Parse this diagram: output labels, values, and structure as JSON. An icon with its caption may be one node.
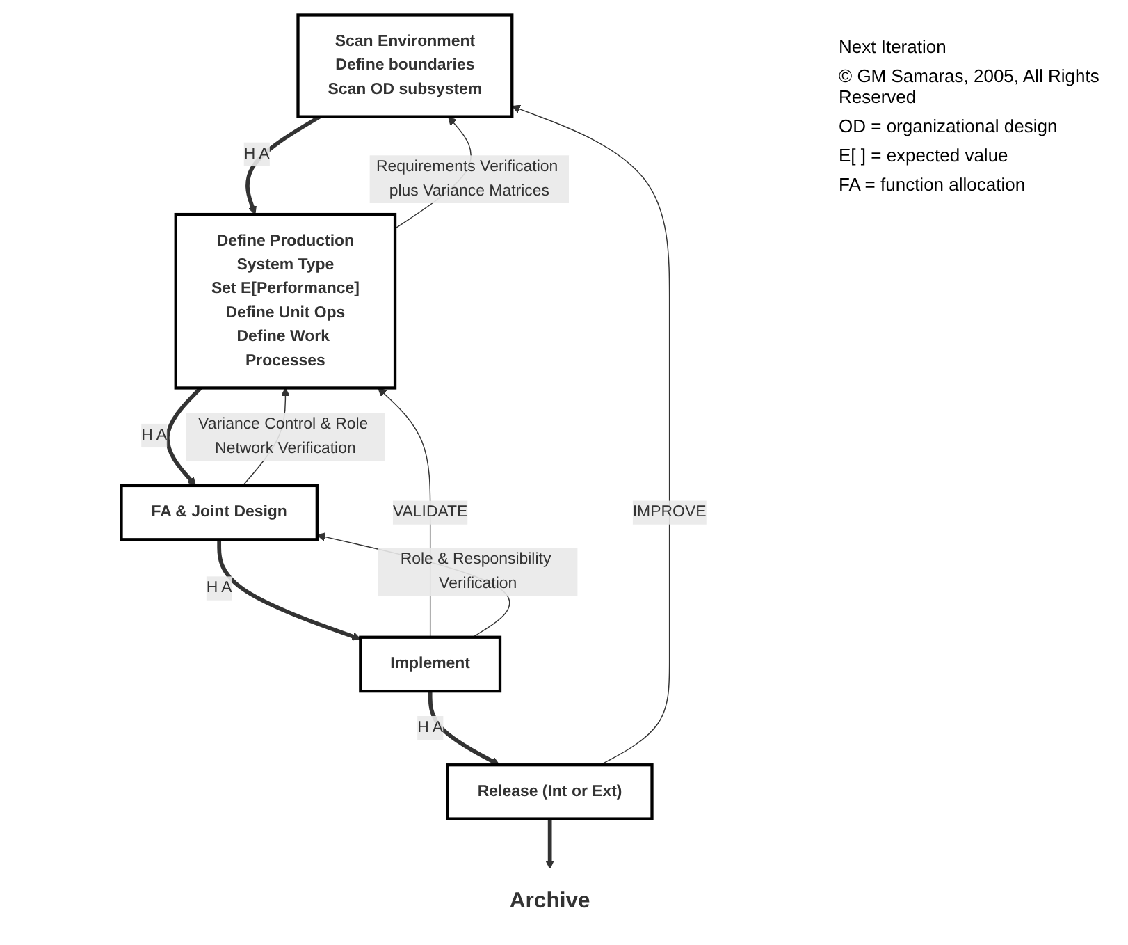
{
  "diagram": {
    "nodes": [
      {
        "text": [
          "Scan Environment",
          "Define boundaries",
          "Scan OD subsystem"
        ]
      },
      {
        "text": [
          "Define Production",
          "System Type",
          "Set E[Performance]",
          "Define Unit Ops",
          "Define Work Processes"
        ]
      },
      {
        "text": [
          "FA & Joint Design"
        ]
      },
      {
        "text": [
          "Implement"
        ]
      },
      {
        "text": [
          "Release (Int or Ext)"
        ]
      },
      {
        "text": [
          "Archive"
        ]
      }
    ],
    "edges": [
      {
        "from": 0,
        "to": 1,
        "arrow": "to",
        "label": "H A",
        "style": "thick"
      },
      {
        "from": 1,
        "to": 2,
        "arrow": "to",
        "label": "H A",
        "style": "thick"
      },
      {
        "from": 2,
        "to": 3,
        "arrow": "to",
        "label": "H A",
        "style": "thick"
      },
      {
        "from": 3,
        "to": 4,
        "arrow": "to",
        "label": "H A",
        "style": "thick"
      },
      {
        "from": 4,
        "to": 5,
        "arrow": "to",
        "style": "thick"
      },
      {
        "from": 4,
        "to": 0,
        "arrow": "to",
        "label": "IMPROVE"
      },
      {
        "from": 3,
        "to": 1,
        "arrow": "to",
        "label": "VALIDATE"
      },
      {
        "from": 1,
        "to": 0,
        "arrow": "to",
        "label": "Requirements Verification plus Variance Matrices"
      },
      {
        "from": 2,
        "to": 1,
        "arrow": "to",
        "label": "Variance Control & Role Network Verification"
      },
      {
        "from": 3,
        "to": 2,
        "arrow": "to",
        "label": "Role & Responsibility Verification"
      }
    ],
    "labels": [
      "Next Iteration",
      "© GM Samaras, 2005, All Rights Reserved",
      "OD = organizational design",
      "E[ ] = expected value",
      "FA = function allocation"
    ]
  }
}
